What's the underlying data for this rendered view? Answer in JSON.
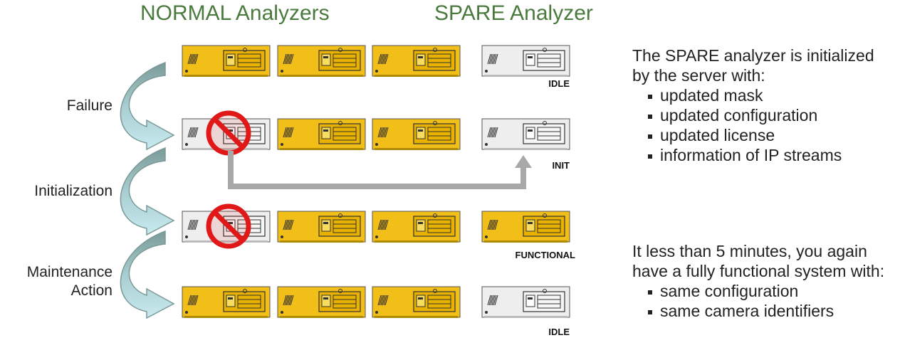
{
  "headers": {
    "normal": "NORMAL Analyzers",
    "spare": "SPARE Analyzer"
  },
  "steps": [
    "Failure",
    "Initialization",
    "Maintenance\nAction"
  ],
  "rows": [
    {
      "status": "IDLE",
      "units": [
        "normal",
        "normal",
        "normal",
        "spare-idle"
      ],
      "failed_index": null
    },
    {
      "status": "INIT",
      "units": [
        "failed",
        "normal",
        "normal",
        "spare-idle"
      ],
      "failed_index": 0
    },
    {
      "status": "FUNCTIONAL",
      "units": [
        "failed",
        "normal",
        "normal",
        "spare-active"
      ],
      "failed_index": 0
    },
    {
      "status": "IDLE",
      "units": [
        "normal",
        "normal",
        "normal",
        "spare-idle"
      ],
      "failed_index": null
    }
  ],
  "panel_top": {
    "intro": "The SPARE analyzer is initialized by the server with:",
    "items": [
      "updated mask",
      "updated configuration",
      "updated license",
      "information of IP streams"
    ]
  },
  "panel_bottom": {
    "intro": "It less than 5 minutes, you again have a fully functional system with:",
    "items": [
      "same configuration",
      "same camera identifiers"
    ]
  },
  "colors": {
    "active_unit": "#f2bf18",
    "idle_unit": "#eeeeee",
    "header": "#4a7a3e",
    "prohibit": "#e01818",
    "arrow": "#a8a8a8",
    "curve_arrow_top": "#7a9a98",
    "curve_arrow_bottom": "#c8eaf0"
  },
  "icons": [
    "curved-arrow-icon",
    "prohibited-icon",
    "analyzer-unit-icon"
  ]
}
